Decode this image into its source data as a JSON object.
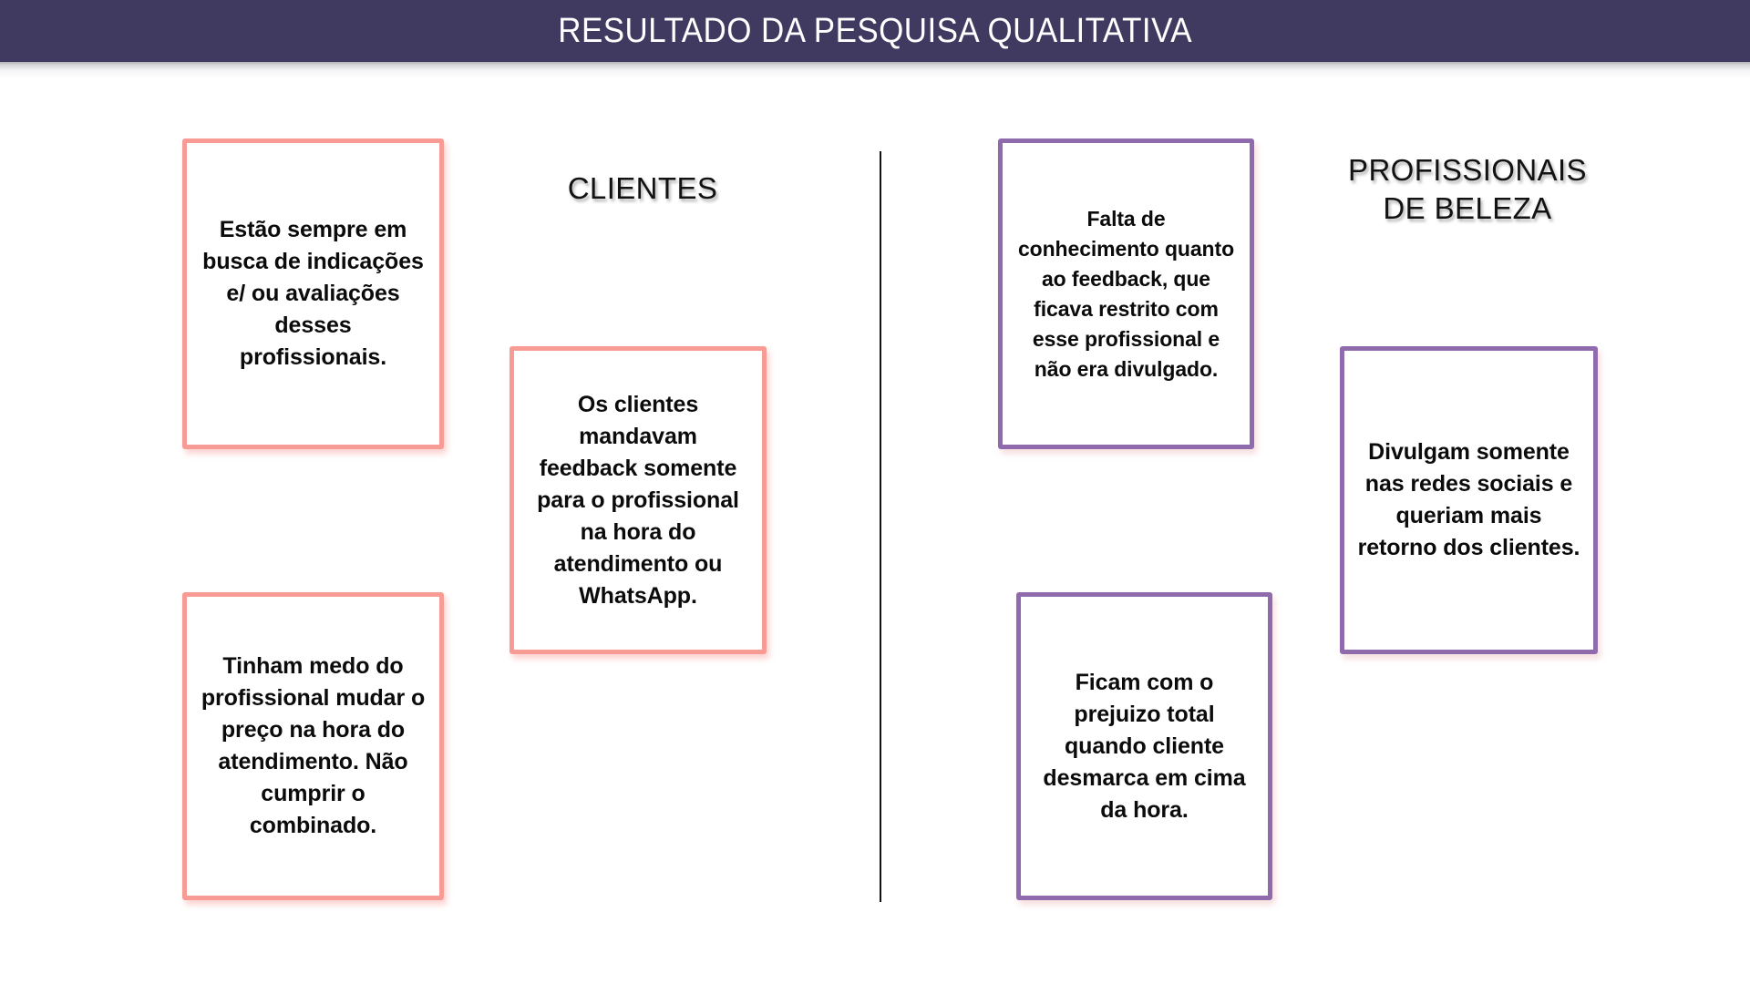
{
  "header": {
    "title": "RESULTADO DA PESQUISA QUALITATIVA",
    "background_color": "#403A61",
    "text_color": "#FFFFFF"
  },
  "colors": {
    "clientes_accent": "#F89B95",
    "profissionais_accent": "#8F6BAE",
    "divider": "#111111",
    "page_background": "#FFFFFF",
    "body_text": "#0B0B0B"
  },
  "sections": [
    {
      "id": "clientes",
      "title": "CLIENTES",
      "accent_color": "#F89B95",
      "cards": [
        {
          "id": "clientes-card-1",
          "text": "Estão sempre em busca de indicações e/ ou avaliações desses profissionais."
        },
        {
          "id": "clientes-card-2",
          "text": "Os clientes mandavam feedback somente para o profissional na hora do atendimento ou WhatsApp."
        },
        {
          "id": "clientes-card-3",
          "text": "Tinham medo do profissional mudar o preço na hora do atendimento. Não cumprir o combinado."
        }
      ]
    },
    {
      "id": "profissionais",
      "title": "PROFISSIONAIS\nDE BELEZA",
      "accent_color": "#8F6BAE",
      "cards": [
        {
          "id": "profissionais-card-1",
          "text": "Falta de conhecimento quanto ao feedback, que ficava restrito com esse profissional e não era divulgado."
        },
        {
          "id": "profissionais-card-2",
          "text": "Divulgam somente nas redes sociais e queriam mais retorno dos clientes."
        },
        {
          "id": "profissionais-card-3",
          "text": "Ficam com o prejuizo total quando cliente desmarca em cima da hora."
        }
      ]
    }
  ]
}
